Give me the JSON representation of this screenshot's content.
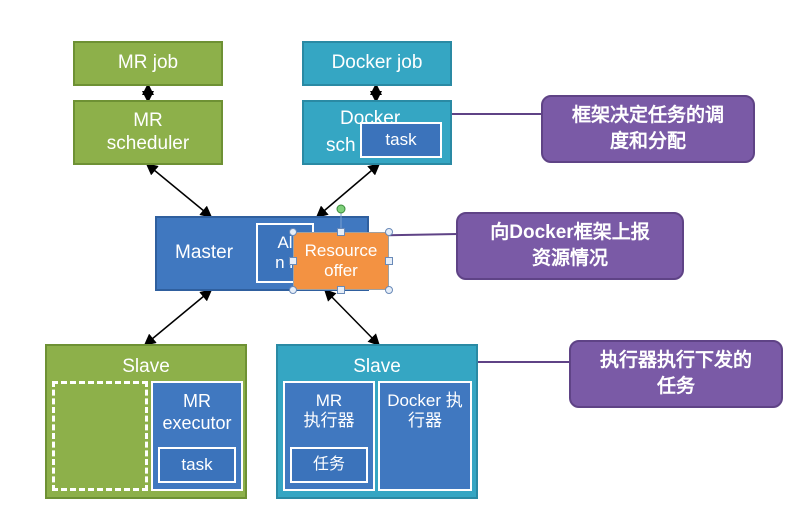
{
  "top": {
    "mr_job": "MR job",
    "mr_scheduler": "MR\nscheduler",
    "docker_job": "Docker job",
    "docker_scheduler_part1": "Docker",
    "docker_scheduler_part2": "sch",
    "docker_task": "task"
  },
  "master": {
    "label": "Master",
    "alloc_partial": "Al\nn r",
    "resource_offer": "Resource\noffer"
  },
  "slave_left": {
    "title": "Slave",
    "mr_executor": "MR\nexecutor",
    "task": "task"
  },
  "slave_right": {
    "title": "Slave",
    "mr_executor_cn": "MR\n执行器",
    "task_cn": "任务",
    "docker_executor_cn": "Docker 执\n行器"
  },
  "callouts": {
    "framework_decides": "框架决定任务的调\n度和分配",
    "report_resources": "向Docker框架上报\n资源情况",
    "executor_runs": "执行器执行下发的\n任务"
  },
  "colors": {
    "green": "#8db04a",
    "teal": "#35a6c3",
    "blue": "#4078c0",
    "orange": "#f39242",
    "purple": "#7a5aa6"
  }
}
